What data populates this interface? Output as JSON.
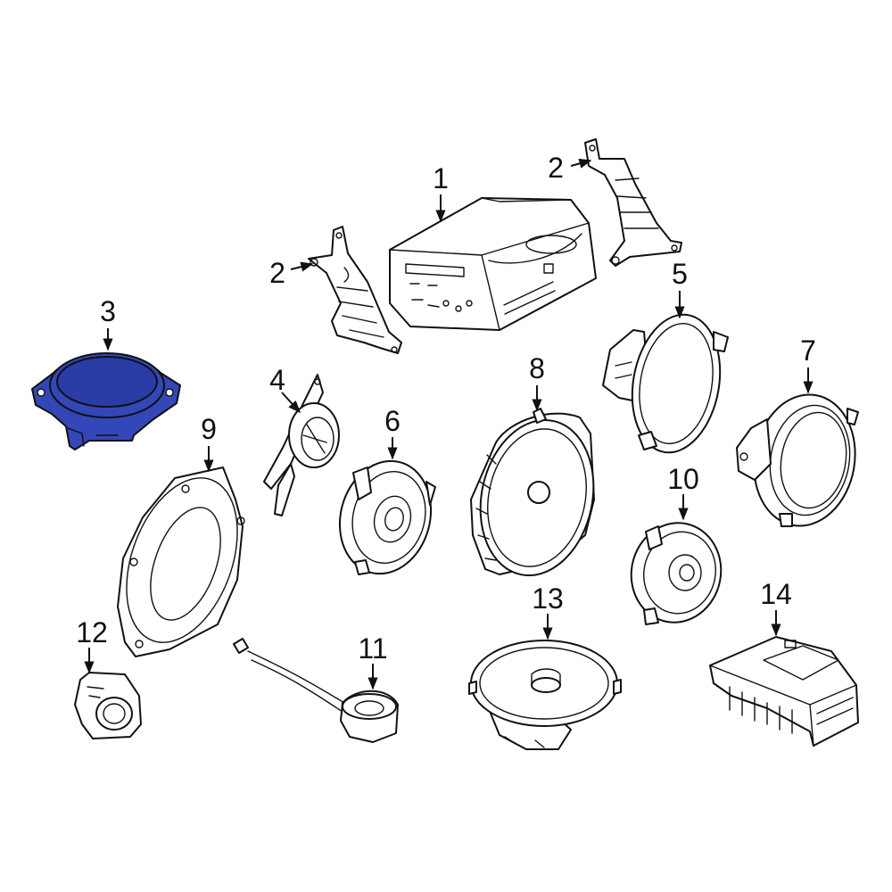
{
  "colors": {
    "line": "#111111",
    "highlight_fill": "#3347b8",
    "highlight_inner": "#2a3ca6",
    "background": "#ffffff"
  },
  "callouts": [
    {
      "id": "1",
      "label": "1",
      "part": "head-unit"
    },
    {
      "id": "2a",
      "label": "2",
      "part": "bracket-left"
    },
    {
      "id": "2b",
      "label": "2",
      "part": "bracket-right"
    },
    {
      "id": "3",
      "label": "3",
      "part": "speaker-spacer",
      "highlighted": true
    },
    {
      "id": "4",
      "label": "4",
      "part": "tweeter-bracket"
    },
    {
      "id": "5",
      "label": "5",
      "part": "speaker-large"
    },
    {
      "id": "6",
      "label": "6",
      "part": "speaker-medium"
    },
    {
      "id": "7",
      "label": "7",
      "part": "speaker-ring"
    },
    {
      "id": "8",
      "label": "8",
      "part": "speaker-woofer"
    },
    {
      "id": "9",
      "label": "9",
      "part": "speaker-oval"
    },
    {
      "id": "10",
      "label": "10",
      "part": "speaker-small"
    },
    {
      "id": "11",
      "label": "11",
      "part": "tweeter-wired"
    },
    {
      "id": "12",
      "label": "12",
      "part": "tweeter-small"
    },
    {
      "id": "13",
      "label": "13",
      "part": "speaker-coaxial"
    },
    {
      "id": "14",
      "label": "14",
      "part": "amplifier"
    }
  ]
}
